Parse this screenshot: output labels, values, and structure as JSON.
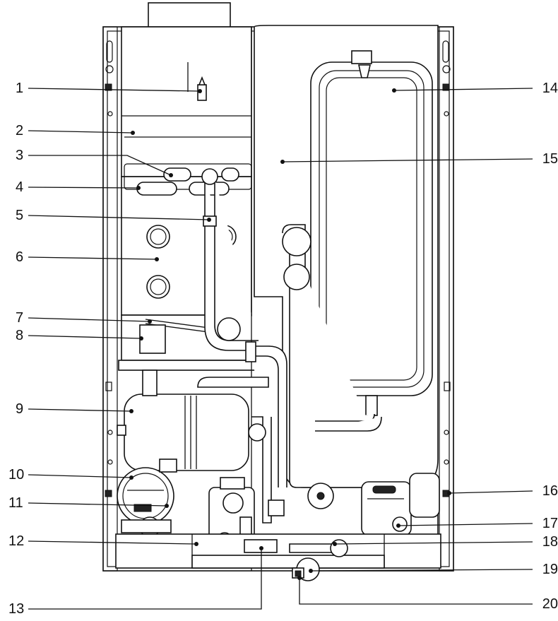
{
  "callouts": [
    {
      "n": "1"
    },
    {
      "n": "2"
    },
    {
      "n": "3"
    },
    {
      "n": "4"
    },
    {
      "n": "5"
    },
    {
      "n": "6"
    },
    {
      "n": "7"
    },
    {
      "n": "8"
    },
    {
      "n": "9"
    },
    {
      "n": "10"
    },
    {
      "n": "11"
    },
    {
      "n": "12"
    },
    {
      "n": "13"
    },
    {
      "n": "14"
    },
    {
      "n": "15"
    },
    {
      "n": "16"
    },
    {
      "n": "17"
    },
    {
      "n": "18"
    },
    {
      "n": "19"
    },
    {
      "n": "20"
    }
  ],
  "colors": {
    "line": "#111111",
    "fill": "#ffffff",
    "shade": "#f3f3f3"
  }
}
